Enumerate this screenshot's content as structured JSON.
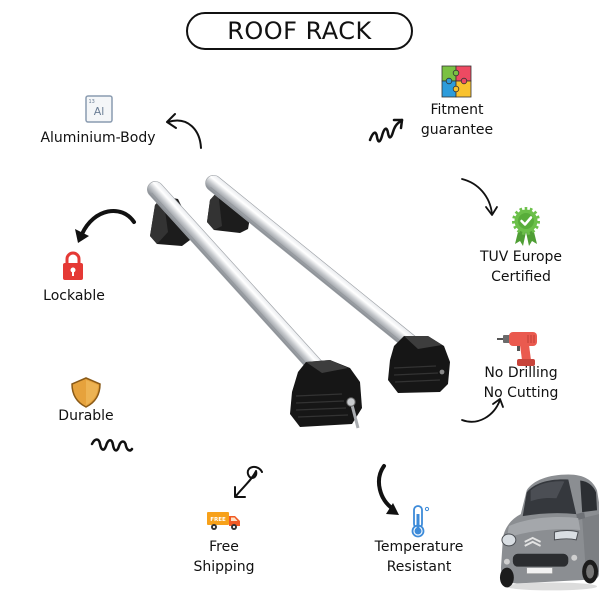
{
  "title": "ROOF RACK",
  "features": {
    "aluminium_body": {
      "label": "Aluminium-Body",
      "icon": "aluminium-element-icon",
      "icon_symbol": "Al",
      "icon_number": "13"
    },
    "lockable": {
      "label": "Lockable",
      "icon": "lock-icon"
    },
    "durable": {
      "label": "Durable",
      "icon": "shield-icon"
    },
    "free_shipping": {
      "lines": [
        "Free",
        "Shipping"
      ],
      "icon": "free-shipping-truck-icon",
      "icon_text": "FREE"
    },
    "temperature_resistant": {
      "lines": [
        "Temperature",
        "Resistant"
      ],
      "icon": "thermometer-icon"
    },
    "fitment_guarantee": {
      "lines": [
        "Fitment",
        "guarantee"
      ],
      "icon": "puzzle-icon"
    },
    "tuv_certified": {
      "lines": [
        "TUV Europe",
        "Certified"
      ],
      "icon": "certified-badge-icon"
    },
    "no_drilling": {
      "lines": [
        "No Drilling",
        "No Cutting"
      ],
      "icon": "drill-icon"
    }
  },
  "product": {
    "icon": "roof-rack-image"
  },
  "car": {
    "icon": "car-photo"
  },
  "colors": {
    "text": "#111111",
    "lock": "#e53935",
    "shield": "#e6a23c",
    "truck": "#f7a11a",
    "thermometer": "#3d8bd9",
    "puzzle_green": "#7ac143",
    "puzzle_red": "#ee4a62",
    "puzzle_blue": "#2d9cdb",
    "puzzle_yellow": "#f9c22e",
    "badge": "#6cc04a",
    "drill": "#ea5a4f",
    "car_body": "#8b8e92"
  }
}
